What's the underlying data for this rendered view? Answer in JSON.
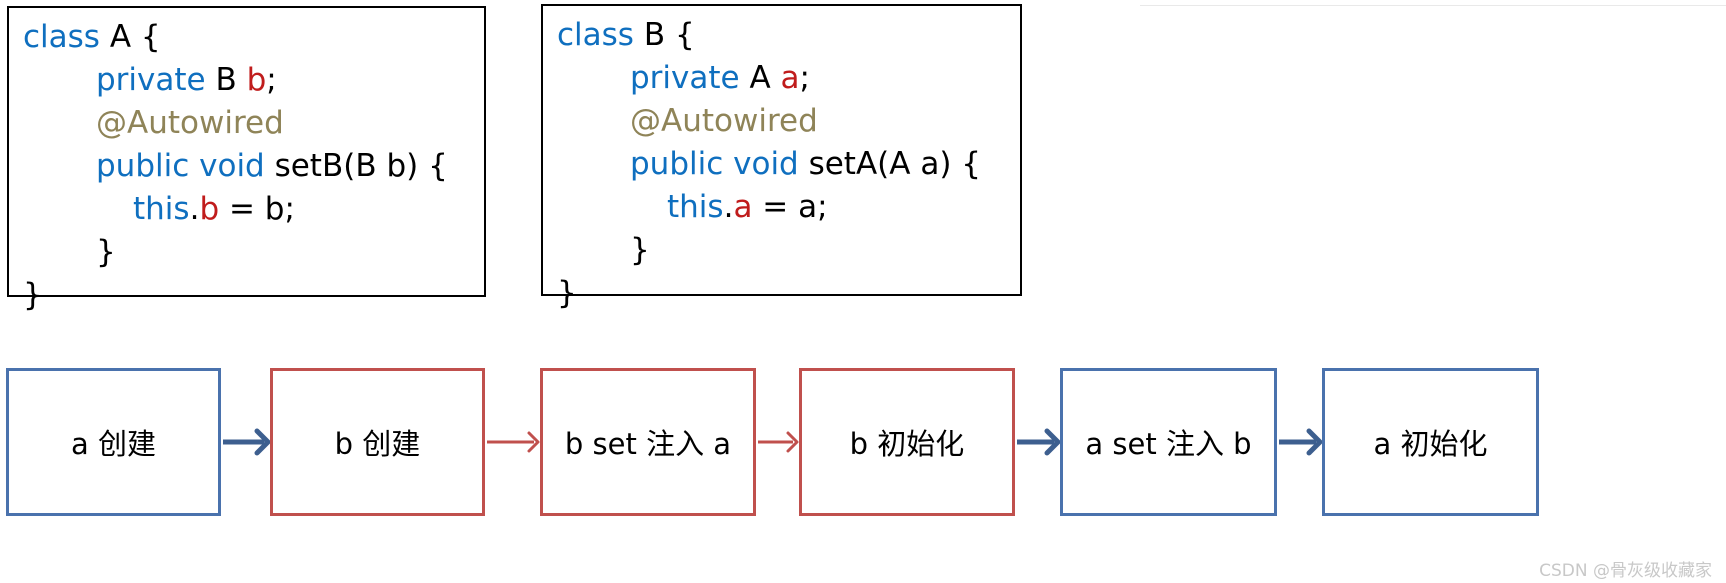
{
  "code_blocks": [
    {
      "id": "class-a",
      "lines": [
        [
          {
            "t": "class",
            "c": "kw"
          },
          {
            "t": " A {",
            "c": "plain"
          }
        ],
        [
          {
            "t": "private",
            "c": "kw"
          },
          {
            "t": " B ",
            "c": "plain"
          },
          {
            "t": "b",
            "c": "field"
          },
          {
            "t": ";",
            "c": "plain"
          }
        ],
        [
          {
            "t": "@Autowired",
            "c": "anno"
          }
        ],
        [
          {
            "t": "public void",
            "c": "kw"
          },
          {
            "t": " setB(B b) {",
            "c": "plain"
          }
        ],
        [
          {
            "t": "this",
            "c": "kw"
          },
          {
            "t": ".",
            "c": "plain"
          },
          {
            "t": "b",
            "c": "field"
          },
          {
            "t": " = b;",
            "c": "plain"
          }
        ],
        [
          {
            "t": "}",
            "c": "plain"
          }
        ],
        [
          {
            "t": "}",
            "c": "plain"
          }
        ]
      ]
    },
    {
      "id": "class-b",
      "lines": [
        [
          {
            "t": "class",
            "c": "kw"
          },
          {
            "t": " B {",
            "c": "plain"
          }
        ],
        [
          {
            "t": "private",
            "c": "kw"
          },
          {
            "t": " A ",
            "c": "plain"
          },
          {
            "t": "a",
            "c": "field"
          },
          {
            "t": ";",
            "c": "plain"
          }
        ],
        [
          {
            "t": "@Autowired",
            "c": "anno"
          }
        ],
        [
          {
            "t": "public void",
            "c": "kw"
          },
          {
            "t": " setA(A a) {",
            "c": "plain"
          }
        ],
        [
          {
            "t": "this",
            "c": "kw"
          },
          {
            "t": ".",
            "c": "plain"
          },
          {
            "t": "a",
            "c": "field"
          },
          {
            "t": " = a;",
            "c": "plain"
          }
        ],
        [
          {
            "t": "}",
            "c": "plain"
          }
        ],
        [
          {
            "t": "}",
            "c": "plain"
          }
        ]
      ]
    }
  ],
  "flow": {
    "steps": [
      {
        "label": "a 创建",
        "bean": "a"
      },
      {
        "label": "b 创建",
        "bean": "b"
      },
      {
        "label": "b set 注入 a",
        "bean": "b"
      },
      {
        "label": "b 初始化",
        "bean": "b"
      },
      {
        "label": "a set 注入 b",
        "bean": "a"
      },
      {
        "label": "a 初始化",
        "bean": "a"
      }
    ]
  },
  "colors": {
    "bean_a": "#4a72ad",
    "bean_b": "#c0504d",
    "arrow_a": "#3d5f8f",
    "arrow_b": "#c0504d"
  },
  "watermark": "CSDN @骨灰级收藏家"
}
